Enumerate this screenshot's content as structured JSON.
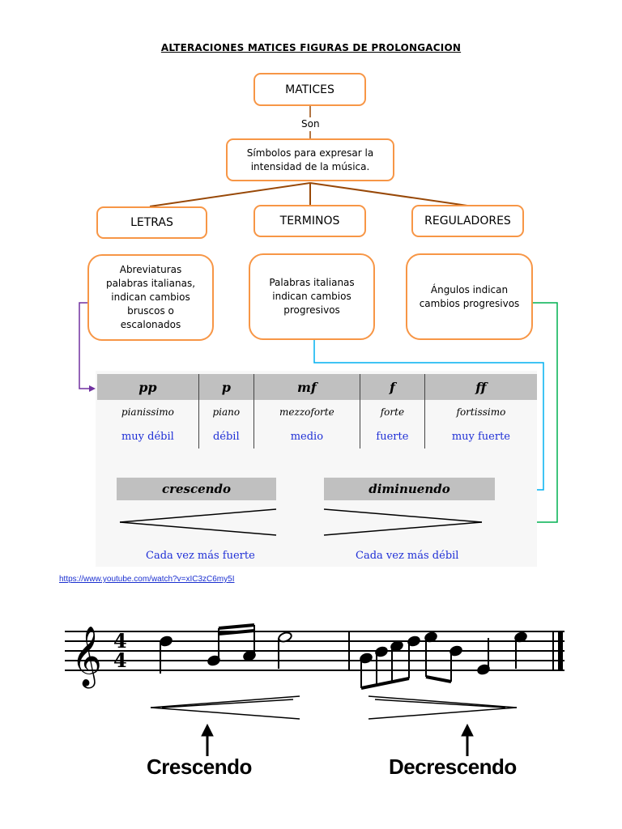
{
  "title": "ALTERACIONES MATICES FIGURAS DE PROLONGACION",
  "diagram": {
    "root": "MATICES",
    "connector": "Son",
    "definition": "Símbolos para expresar la intensidad de la música.",
    "categories": [
      {
        "label": "LETRAS",
        "description": "Abreviaturas palabras italianas, indican cambios bruscos o escalonados"
      },
      {
        "label": "TERMINOS",
        "description": "Palabras italianas indican cambios progresivos"
      },
      {
        "label": "REGULADORES",
        "description": "Ángulos indican cambios progresivos"
      }
    ],
    "colors": {
      "box_border": "#f79646",
      "tree_lines": "#984807",
      "arrow_letras": "#7030a0",
      "arrow_terminos": "#00b0f0",
      "arrow_reguladores": "#00b050"
    }
  },
  "dynamics_table": {
    "symbols": [
      "pp",
      "p",
      "mf",
      "f",
      "ff"
    ],
    "names": [
      "pianissimo",
      "piano",
      "mezzoforte",
      "forte",
      "fortissimo"
    ],
    "meanings": [
      "muy débil",
      "débil",
      "medio",
      "fuerte",
      "muy fuerte"
    ]
  },
  "regulators": {
    "crescendo": {
      "label": "crescendo",
      "meaning": "Cada vez más fuerte"
    },
    "diminuendo": {
      "label": "diminuendo",
      "meaning": "Cada vez más débil"
    }
  },
  "link": "https://www.youtube.com/watch?v=xIC3zC6my5I",
  "staff_example": {
    "time_signature": "4/4",
    "labels": {
      "left": "Crescendo",
      "right": "Decrescendo"
    }
  }
}
